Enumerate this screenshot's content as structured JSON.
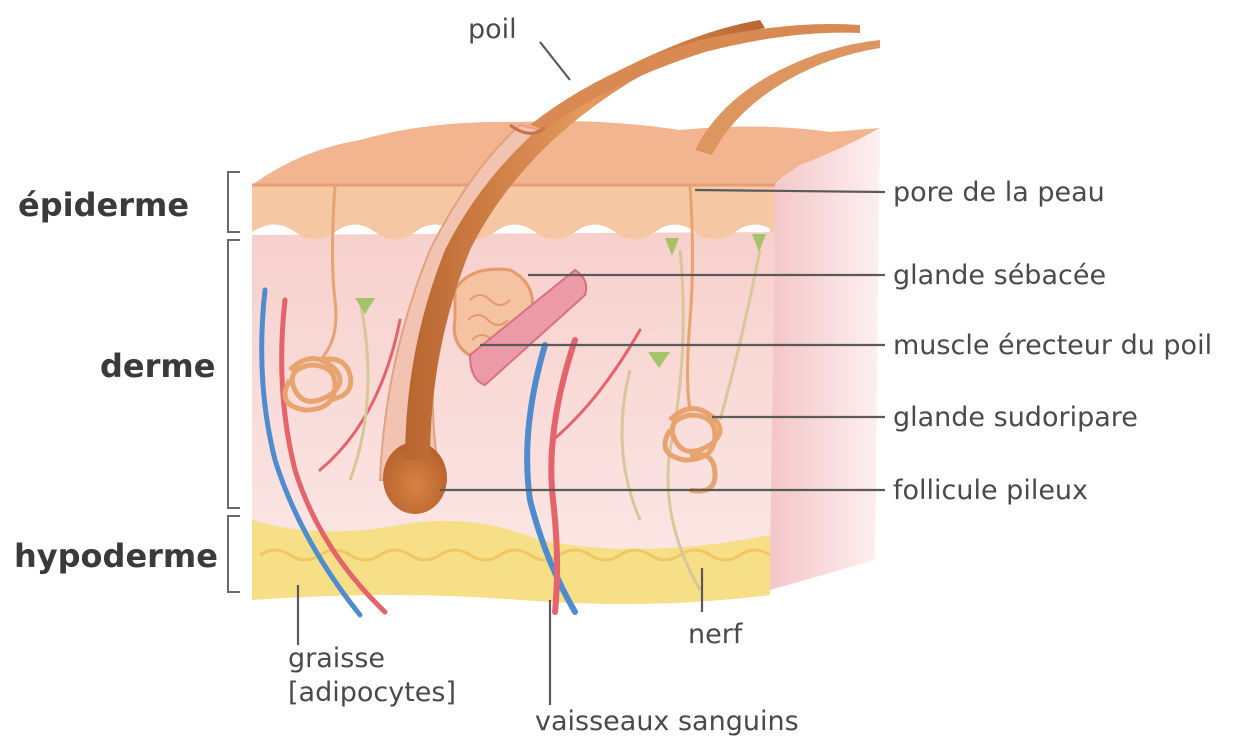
{
  "layers": {
    "epidermis": "épiderme",
    "dermis": "derme",
    "hypodermis": "hypoderme"
  },
  "labels": {
    "hair": "poil",
    "pore": "pore de la peau",
    "sebaceous_gland": "glande sébacée",
    "arrector_muscle": "muscle érecteur du poil",
    "sweat_gland": "glande sudoripare",
    "hair_follicle": "follicule pileux",
    "nerve": "nerf",
    "fat_line1": "graisse",
    "fat_line2": "[adipocytes]",
    "blood_vessels": "vaisseaux sanguins"
  },
  "colors": {
    "skin_top": "#f2b58f",
    "epidermis": "#f6c7a3",
    "dermis": "#f9d9da",
    "fat": "#f7df88",
    "hair": "#c8753f",
    "artery": "#e5636a",
    "vein": "#4f8ccf",
    "nerve": "#d8c79a"
  }
}
